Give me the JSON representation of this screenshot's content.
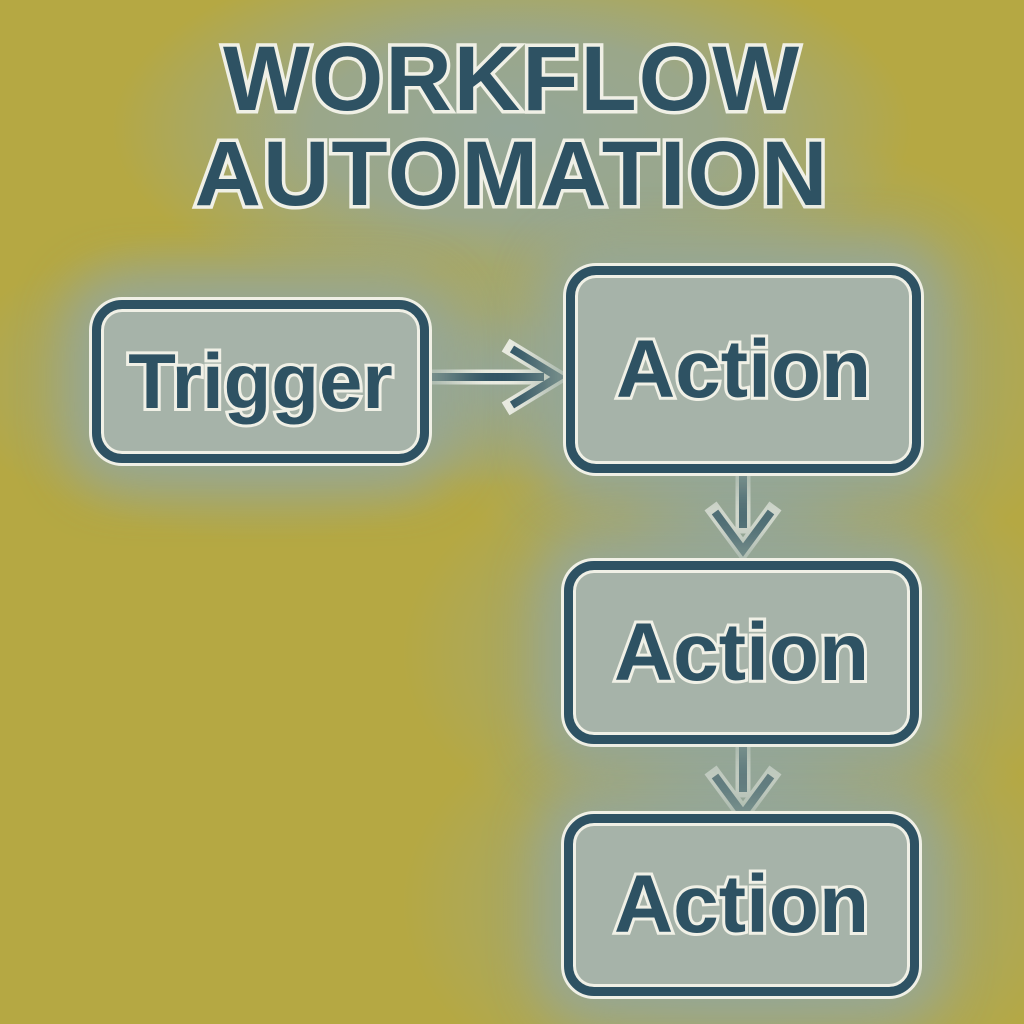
{
  "title": {
    "line1": "WORKFLOW",
    "line2": "AUTOMATION"
  },
  "flow": {
    "trigger": {
      "label": "Trigger"
    },
    "actions": [
      {
        "label": "Action"
      },
      {
        "label": "Action"
      },
      {
        "label": "Action"
      }
    ],
    "connectors": [
      {
        "from": "trigger",
        "to": "action-1",
        "direction": "right"
      },
      {
        "from": "action-1",
        "to": "action-2",
        "direction": "down"
      },
      {
        "from": "action-2",
        "to": "action-3",
        "direction": "down"
      }
    ]
  },
  "icons": {
    "arrow_right": "arrow-right-icon",
    "arrow_down": "arrow-down-icon"
  },
  "colors": {
    "background": "#b5a843",
    "halo": "#94a79b",
    "node-fill": "#a6b3a9",
    "ink": "#2e5263",
    "outline": "#f0f0e6"
  }
}
